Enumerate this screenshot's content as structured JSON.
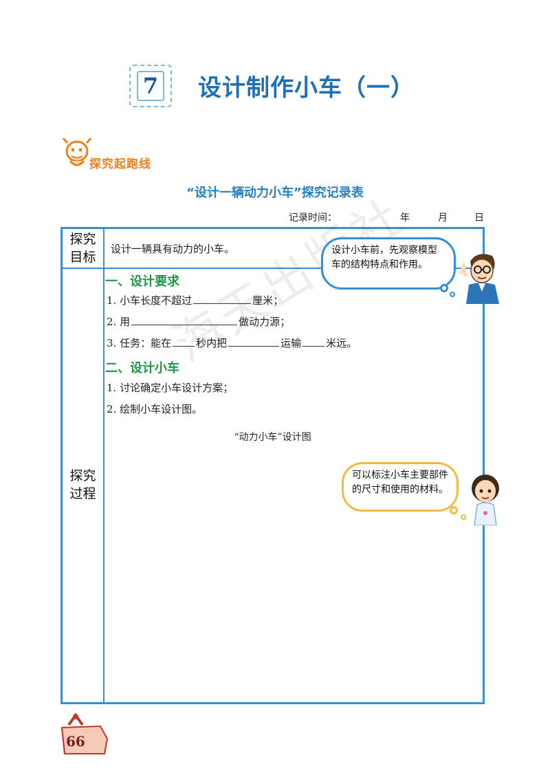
{
  "lesson": {
    "number": "7",
    "title": "设计制作小车（一）"
  },
  "section": {
    "label": "探究起跑线"
  },
  "table": {
    "title": "“设计一辆动力小车”探究记录表",
    "record_time": {
      "label": "记录时间：",
      "year": "年",
      "month": "月",
      "day": "日"
    },
    "goal": {
      "head": "探究目标",
      "head_line1": "探究",
      "head_line2": "目标",
      "text": "设计一辆具有动力的小车。"
    },
    "process": {
      "head_line1": "探究",
      "head_line2": "过程",
      "requirements_heading": "一、设计要求",
      "item1_a": "1.  小车长度不超过",
      "item1_b": "厘米；",
      "item2_a": "2.  用",
      "item2_b": "做动力源；",
      "item3_a": "3.  任务：能在",
      "item3_b": "秒内把",
      "item3_c": "运输",
      "item3_d": "米远。",
      "design_heading": "二、设计小车",
      "step1": "1.  讨论确定小车设计方案；",
      "step2": "2.  绘制小车设计图。",
      "design_caption": "“动力小车”设计图"
    }
  },
  "bubbles": {
    "teacher": "设计小车前，先观察模型车的结构特点和作用。",
    "student": "可以标注小车主要部件的尺寸和使用的材料。"
  },
  "watermark": "海天出版社",
  "page_number": "66",
  "colors": {
    "title_blue": "#1d6fb8",
    "table_border": "#3b8fd0",
    "heading_green": "#1a9a44",
    "section_orange": "#ef7e1f"
  }
}
